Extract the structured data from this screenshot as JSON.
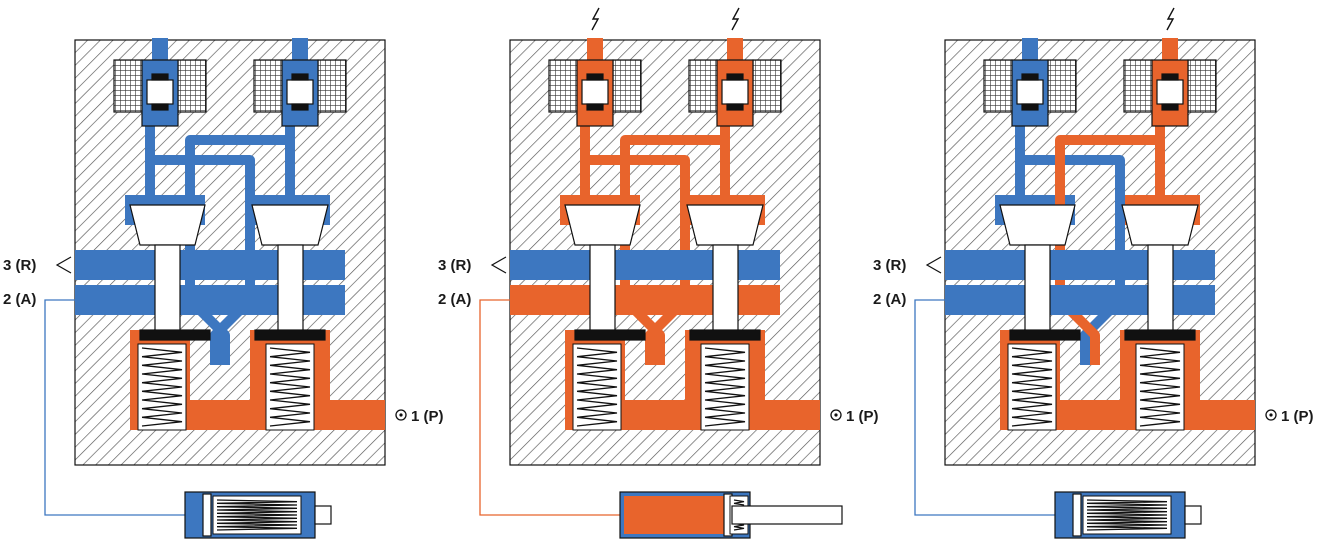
{
  "colors": {
    "pressure": "#e8642c",
    "exhaust": "#3d77c0",
    "housing_hatch": "#555555",
    "outline": "#111111",
    "coil": "#888888",
    "seal": "#111111",
    "piston_face": "#ffffff"
  },
  "icons": {
    "exhaust_port": "open-triangle-arrow-icon",
    "supply_port": "pressure-source-circle-icon",
    "solenoid_signal": "lightning-bolt-icon"
  },
  "port_labels": {
    "exhaust": "3 (R)",
    "work": "2 (A)",
    "supply": "1 (P)"
  },
  "states": [
    {
      "id": "rest",
      "pilot_left": "exhaust",
      "pilot_right": "exhaust",
      "work_line": "exhaust",
      "cylinder": "retracted",
      "energized_left": false,
      "energized_right": false
    },
    {
      "id": "both-energized",
      "pilot_left": "pressure",
      "pilot_right": "pressure",
      "work_line": "pressure",
      "cylinder": "extended",
      "energized_left": true,
      "energized_right": true
    },
    {
      "id": "right-energized",
      "pilot_left": "exhaust",
      "pilot_right": "pressure",
      "work_line": "exhaust",
      "cylinder": "retracted",
      "energized_left": false,
      "energized_right": true
    }
  ]
}
